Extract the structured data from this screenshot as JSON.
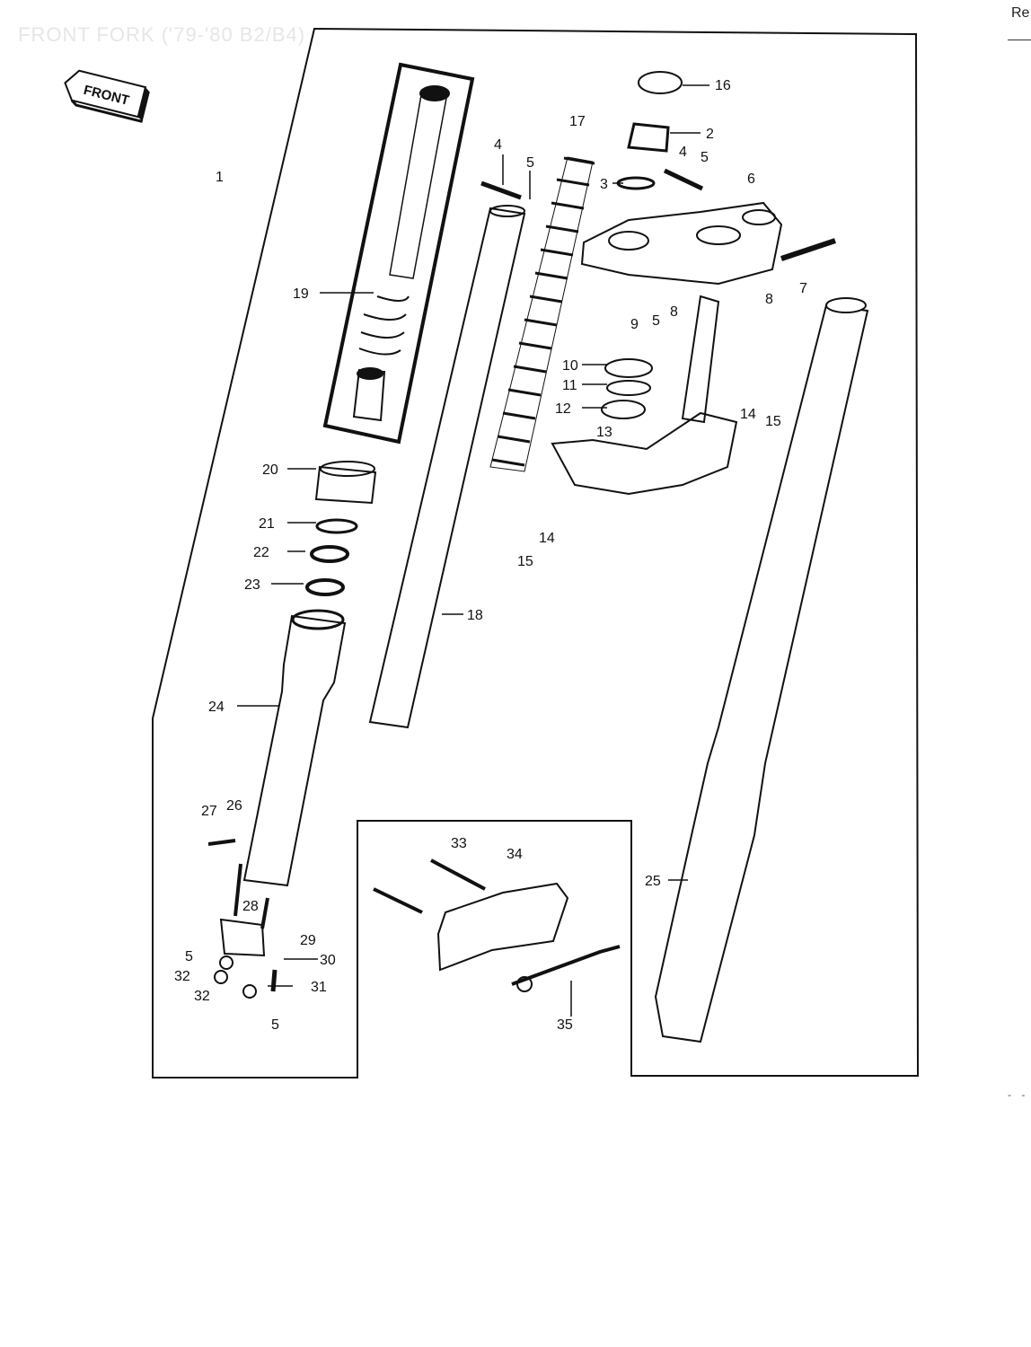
{
  "header": {
    "title": "FRONT FORK ('79-'80 B2/B4)",
    "corner_text": "Re"
  },
  "front_badge": "FRONT",
  "stray_mark": "- -",
  "callouts": {
    "c1": "1",
    "c2": "2",
    "c3": "3",
    "c4a": "4",
    "c4b": "4",
    "c5a": "5",
    "c5b": "5",
    "c5c": "5",
    "c5d": "5",
    "c5e": "5",
    "c6": "6",
    "c7": "7",
    "c8a": "8",
    "c8b": "8",
    "c9": "9",
    "c10": "10",
    "c11": "11",
    "c12": "12",
    "c13": "13",
    "c14a": "14",
    "c14b": "14",
    "c15a": "15",
    "c15b": "15",
    "c16": "16",
    "c17": "17",
    "c18": "18",
    "c19": "19",
    "c20": "20",
    "c21": "21",
    "c22": "22",
    "c23": "23",
    "c24": "24",
    "c25": "25",
    "c26": "26",
    "c27": "27",
    "c28": "28",
    "c29": "29",
    "c30": "30",
    "c31": "31",
    "c32a": "32",
    "c32b": "32",
    "c33": "33",
    "c34": "34",
    "c35": "35"
  }
}
